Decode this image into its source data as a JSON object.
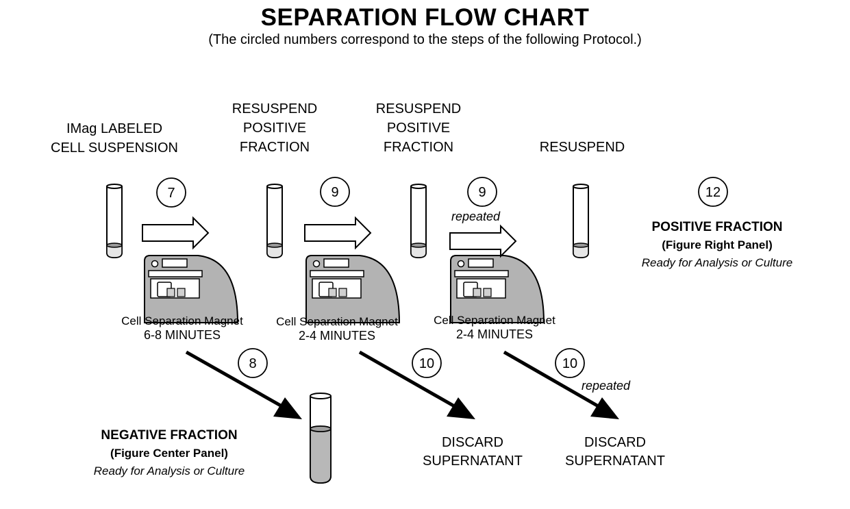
{
  "title": "SEPARATION FLOW CHART",
  "subtitle": "(The circled numbers correspond to the steps of the following Protocol.)",
  "stage_labels": {
    "start": [
      "IMag LABELED",
      "CELL SUSPENSION"
    ],
    "resuspend_1": [
      "RESUSPEND",
      "POSITIVE",
      "FRACTION"
    ],
    "resuspend_2": [
      "RESUSPEND",
      "POSITIVE",
      "FRACTION"
    ],
    "resuspend_final": [
      "RESUSPEND"
    ]
  },
  "steps": {
    "s1": "7",
    "s2": "9",
    "s3": "9",
    "s4": "12",
    "d1": "8",
    "d2": "10",
    "d3": "10"
  },
  "repeated_label": "repeated",
  "magnets": [
    {
      "name": "Cell Separation Magnet",
      "time": "6-8 MINUTES"
    },
    {
      "name": "Cell Separation Magnet",
      "time": "2-4 MINUTES"
    },
    {
      "name": "Cell Separation Magnet",
      "time": "2-4 MINUTES"
    }
  ],
  "positive_fraction": {
    "title": "POSITIVE FRACTION",
    "panel": "(Figure Right Panel)",
    "note": "Ready for Analysis or Culture"
  },
  "negative_fraction": {
    "title": "NEGATIVE FRACTION",
    "panel": "(Figure Center Panel)",
    "note": "Ready for Analysis or Culture"
  },
  "discard": [
    "DISCARD",
    "SUPERNATANT"
  ],
  "colors": {
    "magnet_gray": "#b3b3b3",
    "liquid_gray": "#b8b8b8",
    "stroke": "#000000"
  }
}
